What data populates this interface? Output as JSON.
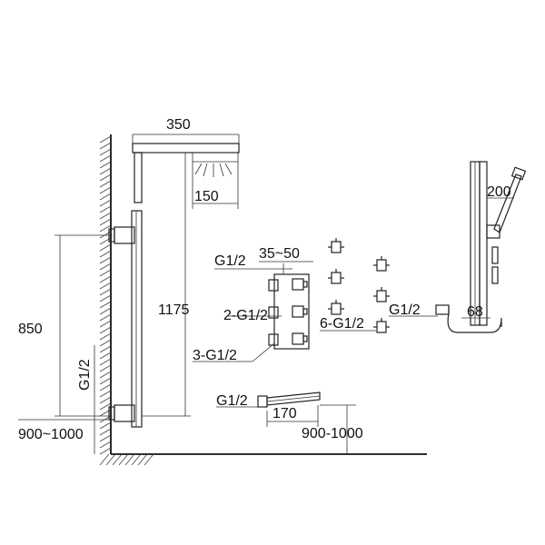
{
  "labels": {
    "panel_width": "350",
    "head_width": "150",
    "handset_width": "200",
    "overall_height": "1175",
    "inlet_height": "850",
    "inlet_thread": "G1/2",
    "floor_range_left": "900~1000",
    "mixer_thread": "G1/2",
    "mixer_spacing": "35~50",
    "mixer_two_outlets": "2-G1/2",
    "mixer_three_outlets": "3-G1/2",
    "jets_thread": "6-G1/2",
    "hose_thread": "G1/2",
    "rail_offset": "68",
    "spout_thread": "G1/2",
    "spout_length": "170",
    "floor_range_right": "900-1000"
  }
}
